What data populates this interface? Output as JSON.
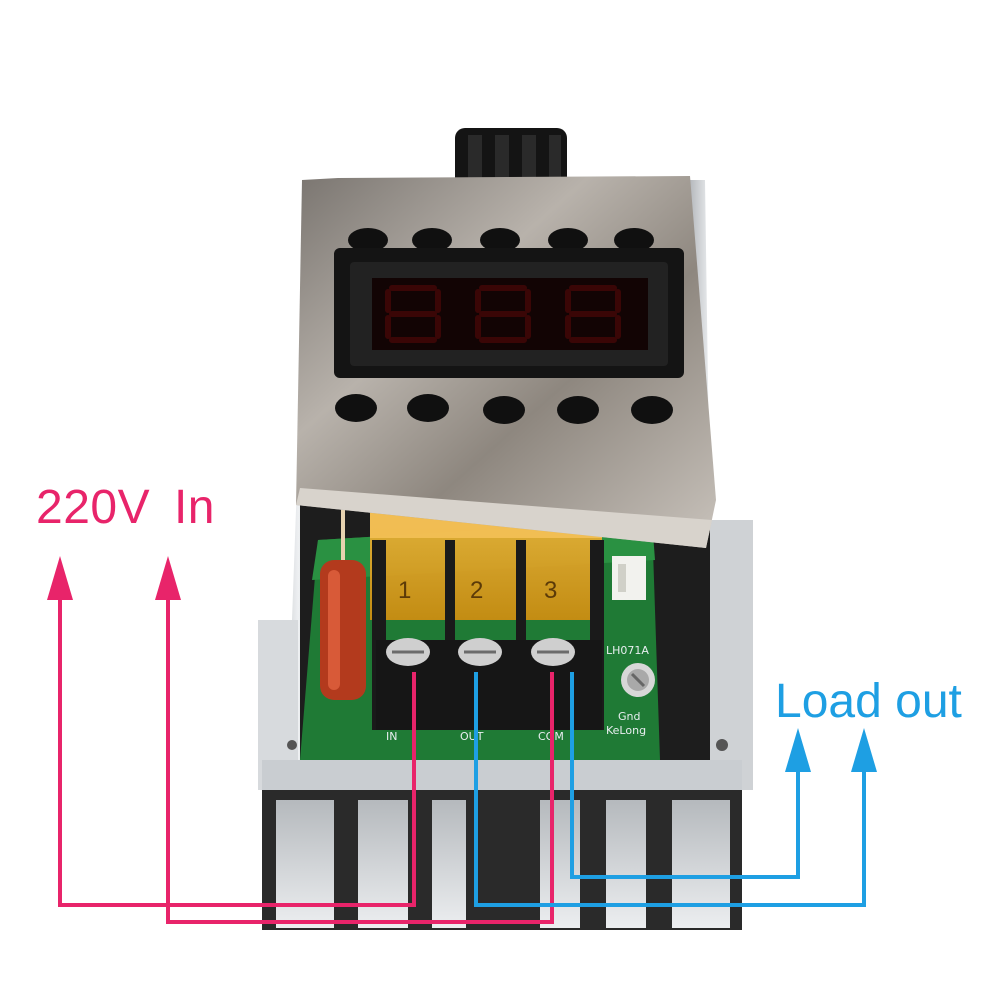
{
  "labels": {
    "input": "220V  In",
    "output": "Load out"
  },
  "terminals": {
    "one": "1",
    "two": "2",
    "three": "3"
  },
  "pcb_markings": {
    "in": "IN",
    "out": "OUT",
    "com": "COM",
    "gnd": "Gnd",
    "brand": "KeLong",
    "model": "LH071A"
  },
  "colors": {
    "input_wiring": "#e8246a",
    "output_wiring": "#1e9fe3",
    "display_segments": "#3a0606",
    "terminal_block": "#e5a419"
  },
  "icons": {
    "arrow": "up-arrowhead"
  }
}
